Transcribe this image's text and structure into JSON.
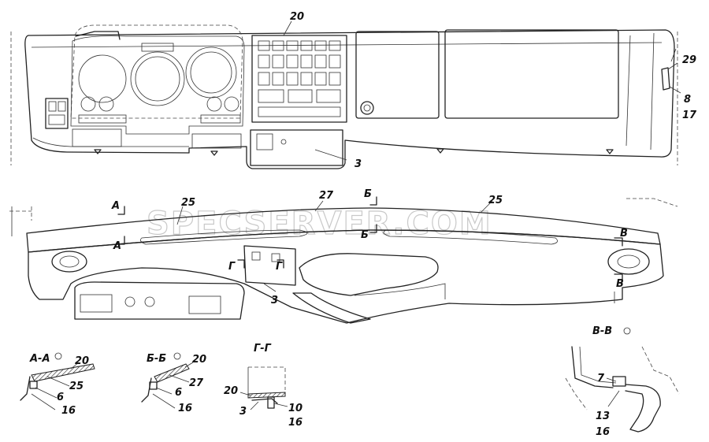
{
  "watermark": "SPECSERVER.COM",
  "callouts": {
    "top_20": "20",
    "top_29": "29",
    "top_8": "8",
    "top_17": "17",
    "top_3": "3",
    "mid_25_left": "25",
    "mid_27": "27",
    "mid_25_right": "25",
    "mid_3": "3",
    "mark_A1": "А",
    "mark_A2": "А",
    "mark_B1": "Б",
    "mark_B2": "Б",
    "mark_G1": "Г",
    "mark_G2": "Г",
    "mark_V1": "В",
    "mark_V2": "В"
  },
  "sections": {
    "aa": {
      "title": "А-А",
      "labels": [
        "20",
        "25",
        "6",
        "16"
      ]
    },
    "bb": {
      "title": "Б-Б",
      "labels": [
        "20",
        "27",
        "6",
        "16"
      ]
    },
    "gg": {
      "title": "Г-Г",
      "labels": [
        "20",
        "3",
        "10",
        "16"
      ]
    },
    "vv": {
      "title": "В-В",
      "labels": [
        "7",
        "13",
        "16"
      ]
    }
  }
}
